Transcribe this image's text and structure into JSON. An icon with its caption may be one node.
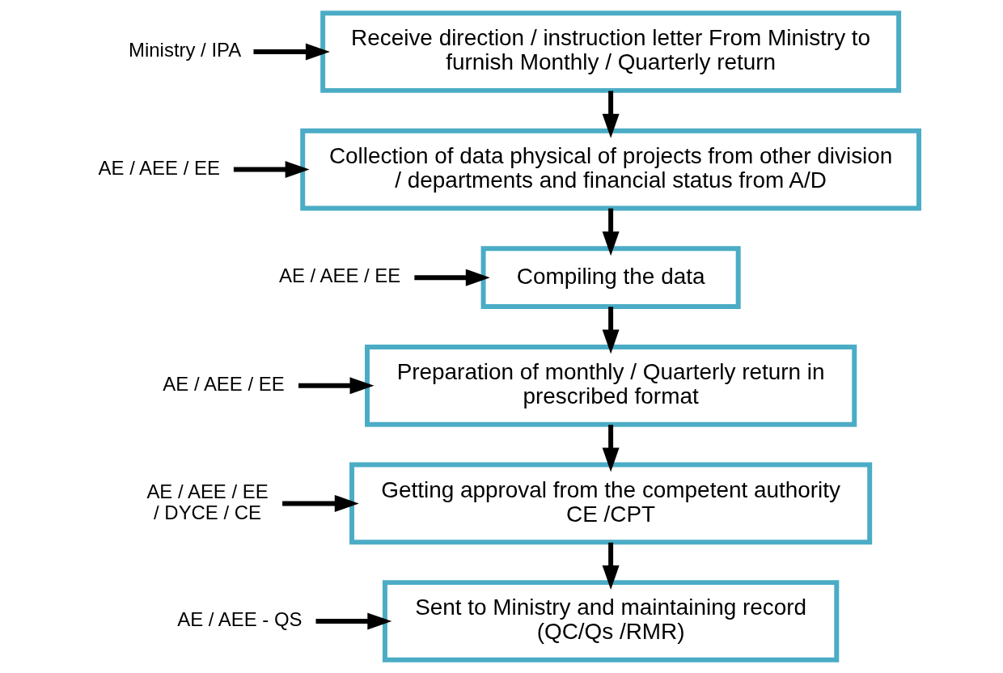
{
  "diagram": {
    "nodes": [
      {
        "text": [
          "Ministry / IPA"
        ]
      },
      {
        "text": [
          "Receive direction / instruction letter From Ministry to furnish Monthly / Quarterly return"
        ]
      },
      {
        "text": [
          "AE / AEE / EE"
        ]
      },
      {
        "text": [
          "Collection of data physical of projects from other division / departments and financial status from A/D"
        ]
      },
      {
        "text": [
          "AE / AEE / EE"
        ]
      },
      {
        "text": [
          "Compiling the data"
        ]
      },
      {
        "text": [
          "AE / AEE / EE"
        ]
      },
      {
        "text": [
          "Preparation of monthly / Quarterly return in prescribed format"
        ]
      },
      {
        "text": [
          "AE / AEE / EE / DYCE / CE"
        ]
      },
      {
        "text": [
          "Getting approval from the competent authority",
          "CE /CPT"
        ]
      },
      {
        "text": [
          "AE / AEE - QS"
        ]
      },
      {
        "text": [
          "Sent to Ministry and maintaining record",
          "(QC/Qs /RMR)"
        ]
      }
    ],
    "edges": [
      {
        "from": 0,
        "to": 1,
        "arrow": "to"
      },
      {
        "from": 1,
        "to": 3,
        "arrow": "to"
      },
      {
        "from": 2,
        "to": 3,
        "arrow": "to"
      },
      {
        "from": 3,
        "to": 5,
        "arrow": "to"
      },
      {
        "from": 4,
        "to": 5,
        "arrow": "to"
      },
      {
        "from": 5,
        "to": 7,
        "arrow": "to"
      },
      {
        "from": 6,
        "to": 7,
        "arrow": "to"
      },
      {
        "from": 7,
        "to": 9,
        "arrow": "to"
      },
      {
        "from": 8,
        "to": 9,
        "arrow": "to"
      },
      {
        "from": 9,
        "to": 11,
        "arrow": "to"
      },
      {
        "from": 10,
        "to": 11,
        "arrow": "to"
      }
    ]
  }
}
